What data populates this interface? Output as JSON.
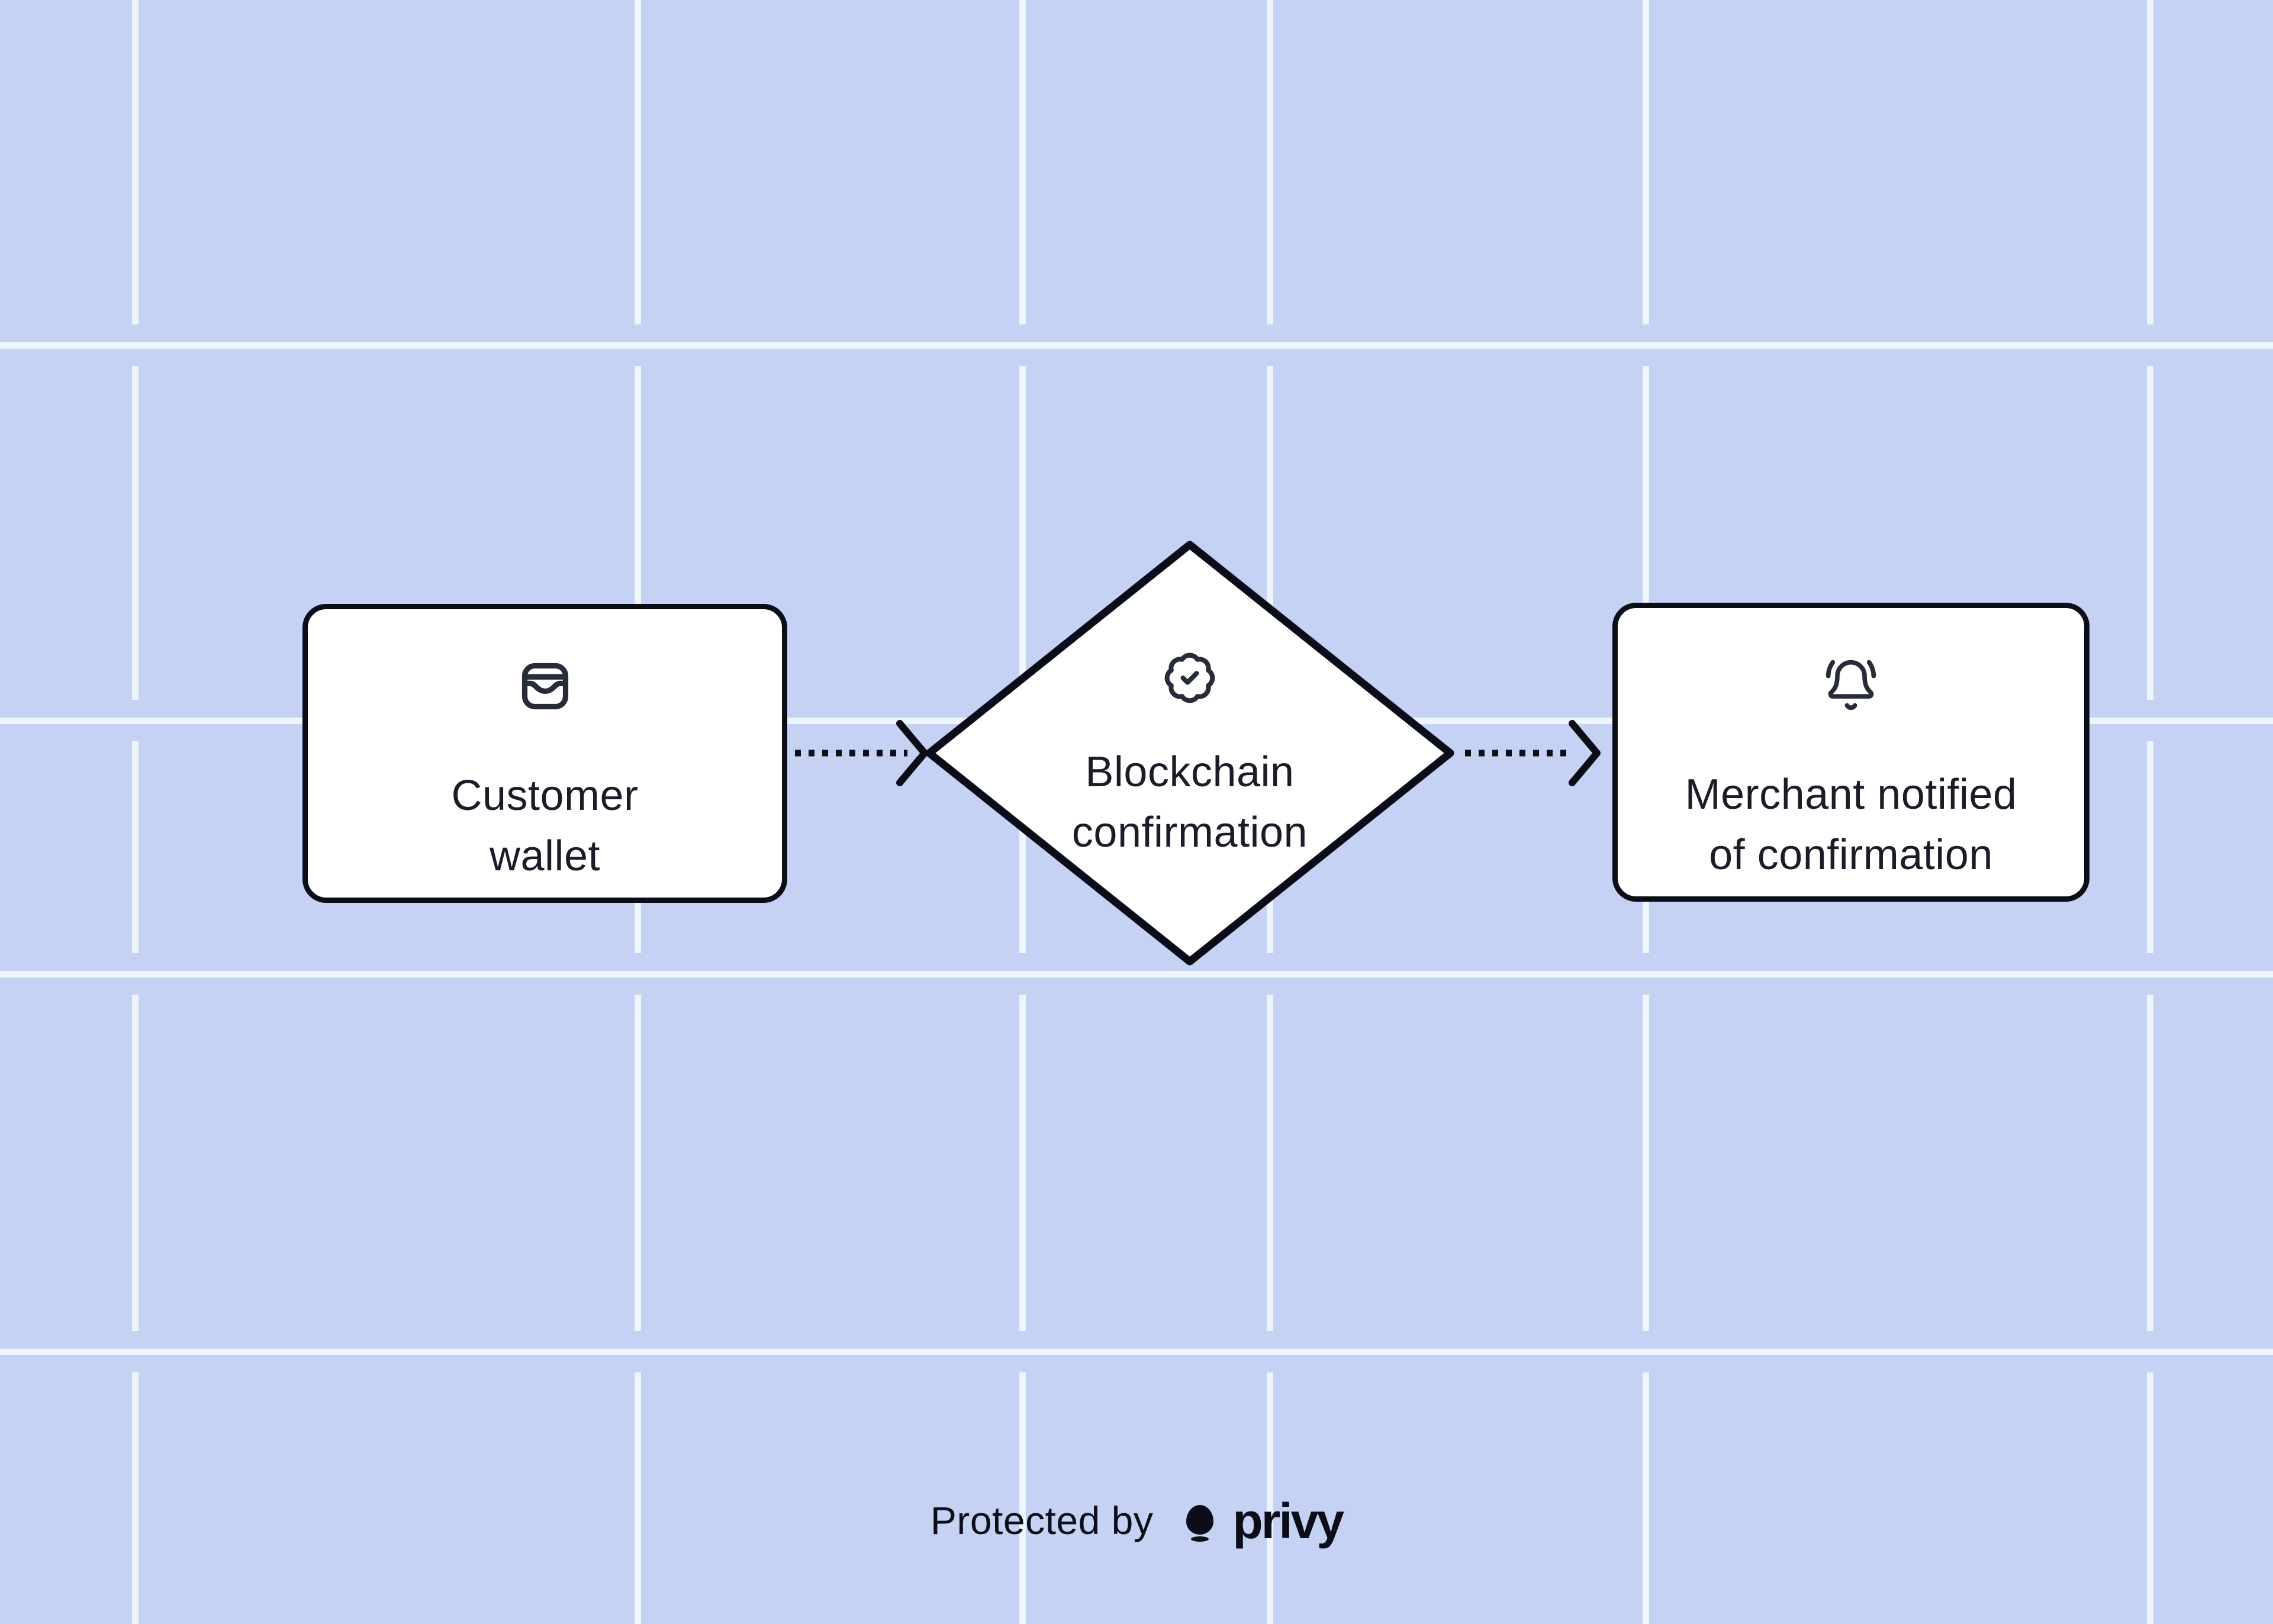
{
  "colors": {
    "background": "#c5d2f3",
    "grid_line": "#eff5fc",
    "node_fill": "#ffffff",
    "ink": "#0b0d18",
    "text": "#1a1c28",
    "icon_stroke": "#272b3a"
  },
  "diagram": {
    "nodes": [
      {
        "id": "customer-wallet",
        "shape": "rounded-rectangle",
        "icon": "wallet-icon",
        "label_line1": "Customer",
        "label_line2": "wallet"
      },
      {
        "id": "blockchain-confirmation",
        "shape": "diamond",
        "icon": "badge-check-icon",
        "label_line1": "Blockchain",
        "label_line2": "confirmation"
      },
      {
        "id": "merchant-notified",
        "shape": "rounded-rectangle",
        "icon": "bell-ring-icon",
        "label_line1": "Merchant notified",
        "label_line2": "of confirmation"
      }
    ],
    "connectors": [
      {
        "from": "customer-wallet",
        "to": "blockchain-confirmation",
        "style": "dotted-arrow"
      },
      {
        "from": "blockchain-confirmation",
        "to": "merchant-notified",
        "style": "dotted-arrow"
      }
    ]
  },
  "footer": {
    "protected_by": "Protected by",
    "brand": "privy"
  }
}
